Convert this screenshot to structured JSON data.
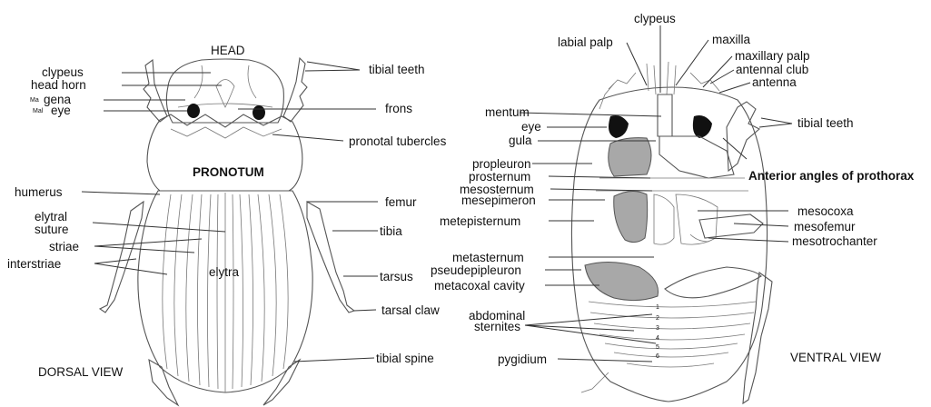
{
  "dorsal": {
    "view_title": "DORSAL VIEW",
    "head": "HEAD",
    "pronotum": "PRONOTUM",
    "elytra": "elytra",
    "clypeus": "clypeus",
    "head_horn": "head horn",
    "gena": "gena",
    "gena_prefix": "Ma",
    "eye": "eye",
    "eye_prefix": "Mal",
    "humerus": "humerus",
    "elytral": "elytral",
    "suture": "suture",
    "striae": "striae",
    "interstriae": "interstriae",
    "tibial_teeth": "tibial teeth",
    "frons": "frons",
    "pronotal_tubercles": "pronotal tubercles",
    "femur": "femur",
    "tibia": "tibia",
    "tarsus": "tarsus",
    "tarsal_claw": "tarsal claw",
    "tibial_spine": "tibial spine"
  },
  "ventral": {
    "view_title": "VENTRAL VIEW",
    "clypeus": "clypeus",
    "labial_palp": "labial palp",
    "maxilla": "maxilla",
    "maxillary_palp": "maxillary palp",
    "antennal_club": "antennal club",
    "antenna": "antenna",
    "mentum": "mentum",
    "eye": "eye",
    "gula": "gula",
    "tibial_teeth": "tibial teeth",
    "anterior_angles": "Anterior angles of prothorax",
    "propleuron": "propleuron",
    "prosternum": "prosternum",
    "mesosternum": "mesosternum",
    "mesepimeron": "mesepimeron",
    "metepisternum": "metepisternum",
    "metasternum": "metasternum",
    "pseudepipleuron": "pseudepipleuron",
    "metacoxal_cavity": "metacoxal cavity",
    "abdominal": "abdominal",
    "sternites": "sternites",
    "pygidium": "pygidium",
    "mesocoxa": "mesocoxa",
    "mesofemur": "mesofemur",
    "mesotrochanter": "mesotrochanter",
    "sternite_numbers": [
      "1",
      "2",
      "3",
      "4",
      "5",
      "6"
    ]
  }
}
